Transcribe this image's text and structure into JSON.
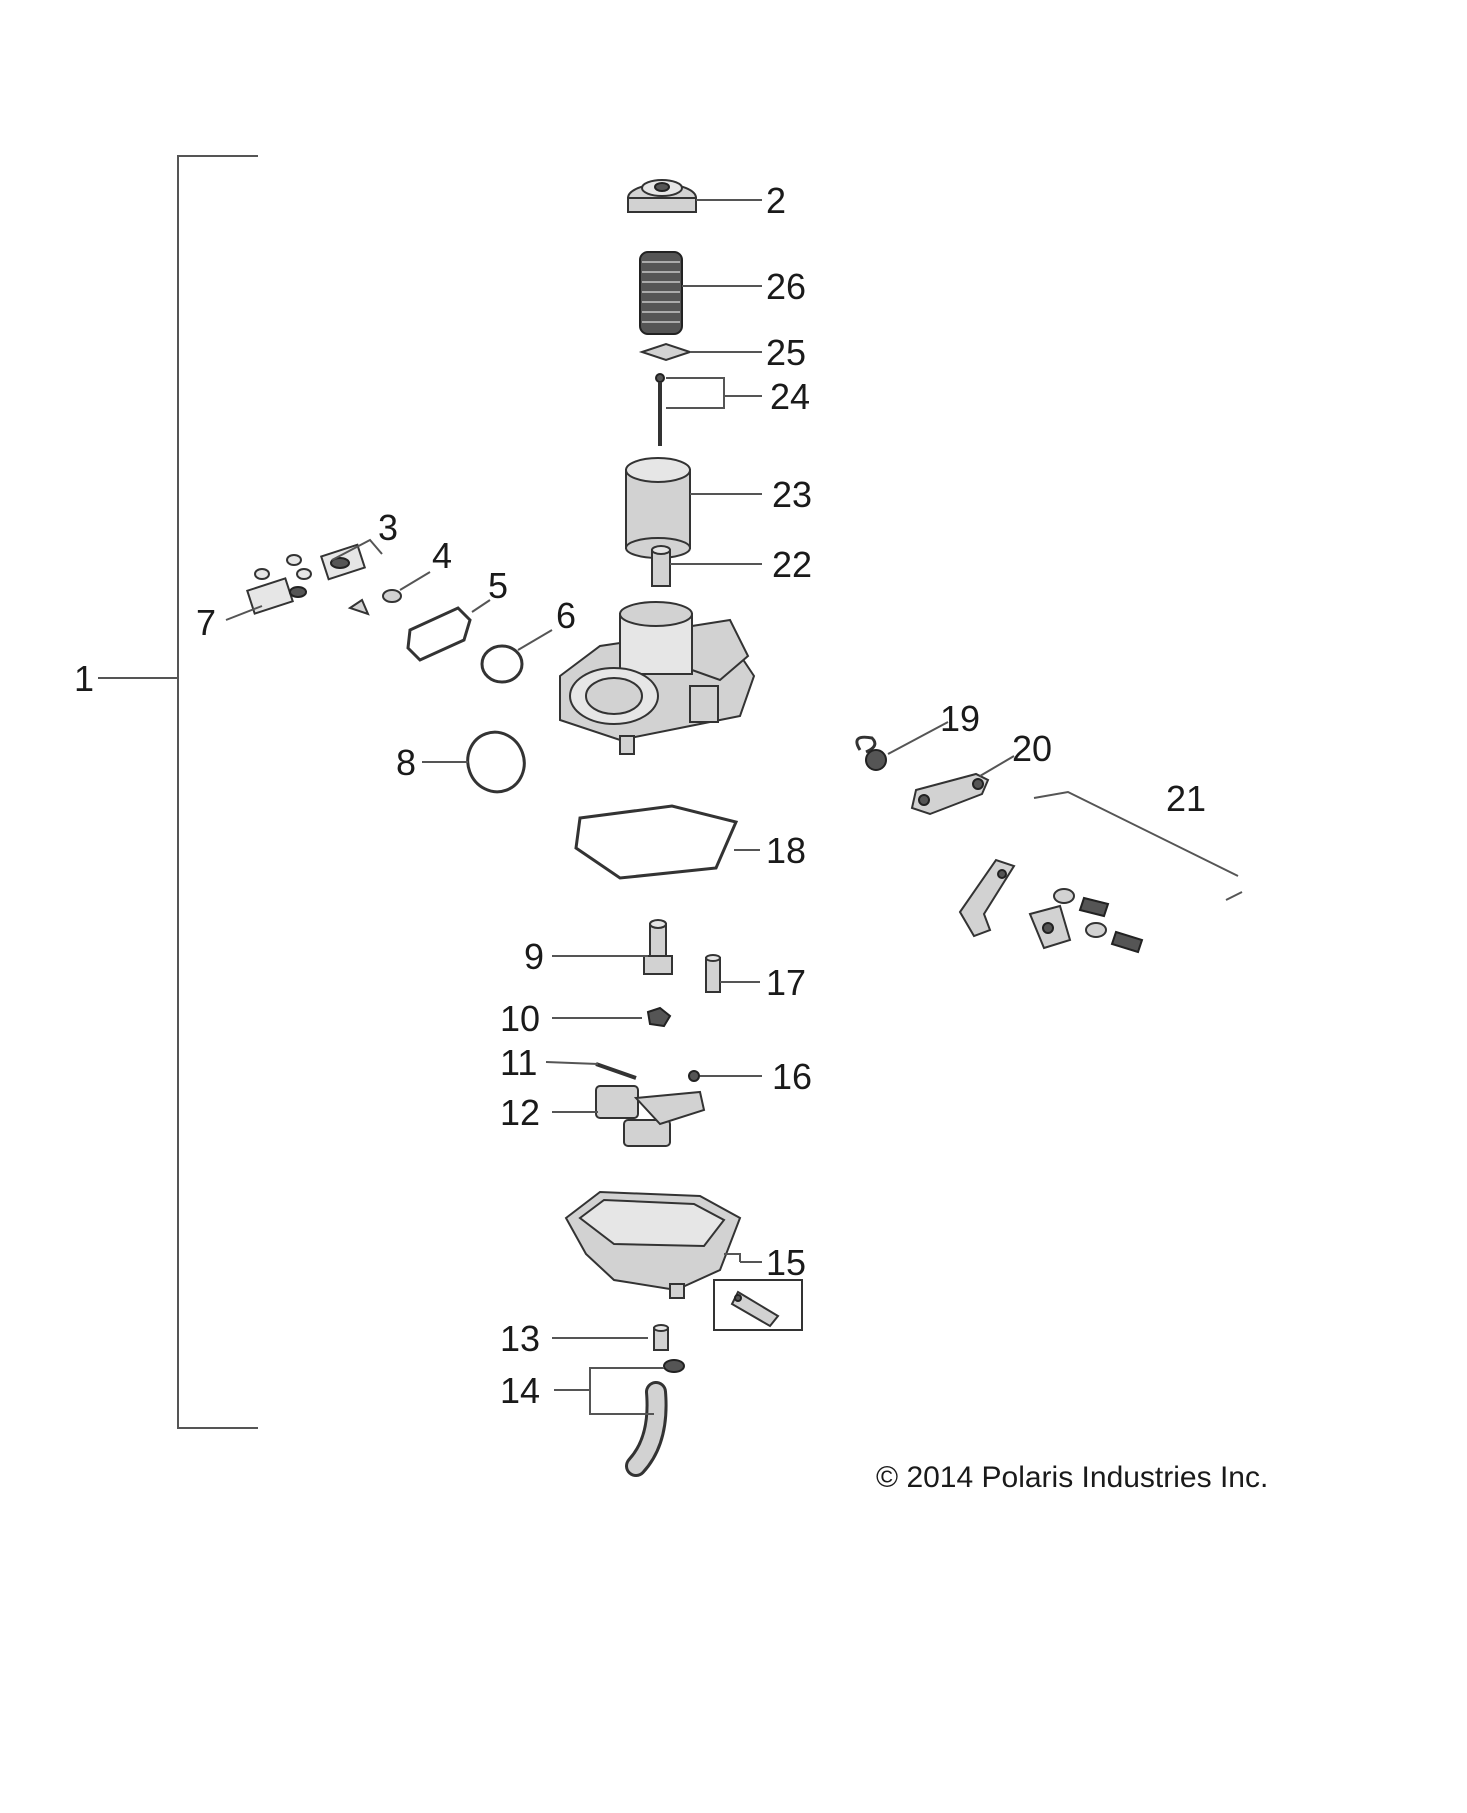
{
  "diagram": {
    "callouts": [
      "1",
      "2",
      "3",
      "4",
      "5",
      "6",
      "7",
      "8",
      "9",
      "10",
      "11",
      "12",
      "13",
      "14",
      "15",
      "16",
      "17",
      "18",
      "19",
      "20",
      "21",
      "22",
      "23",
      "24",
      "25",
      "26"
    ],
    "copyright": "© 2014 Polaris Industries Inc."
  }
}
